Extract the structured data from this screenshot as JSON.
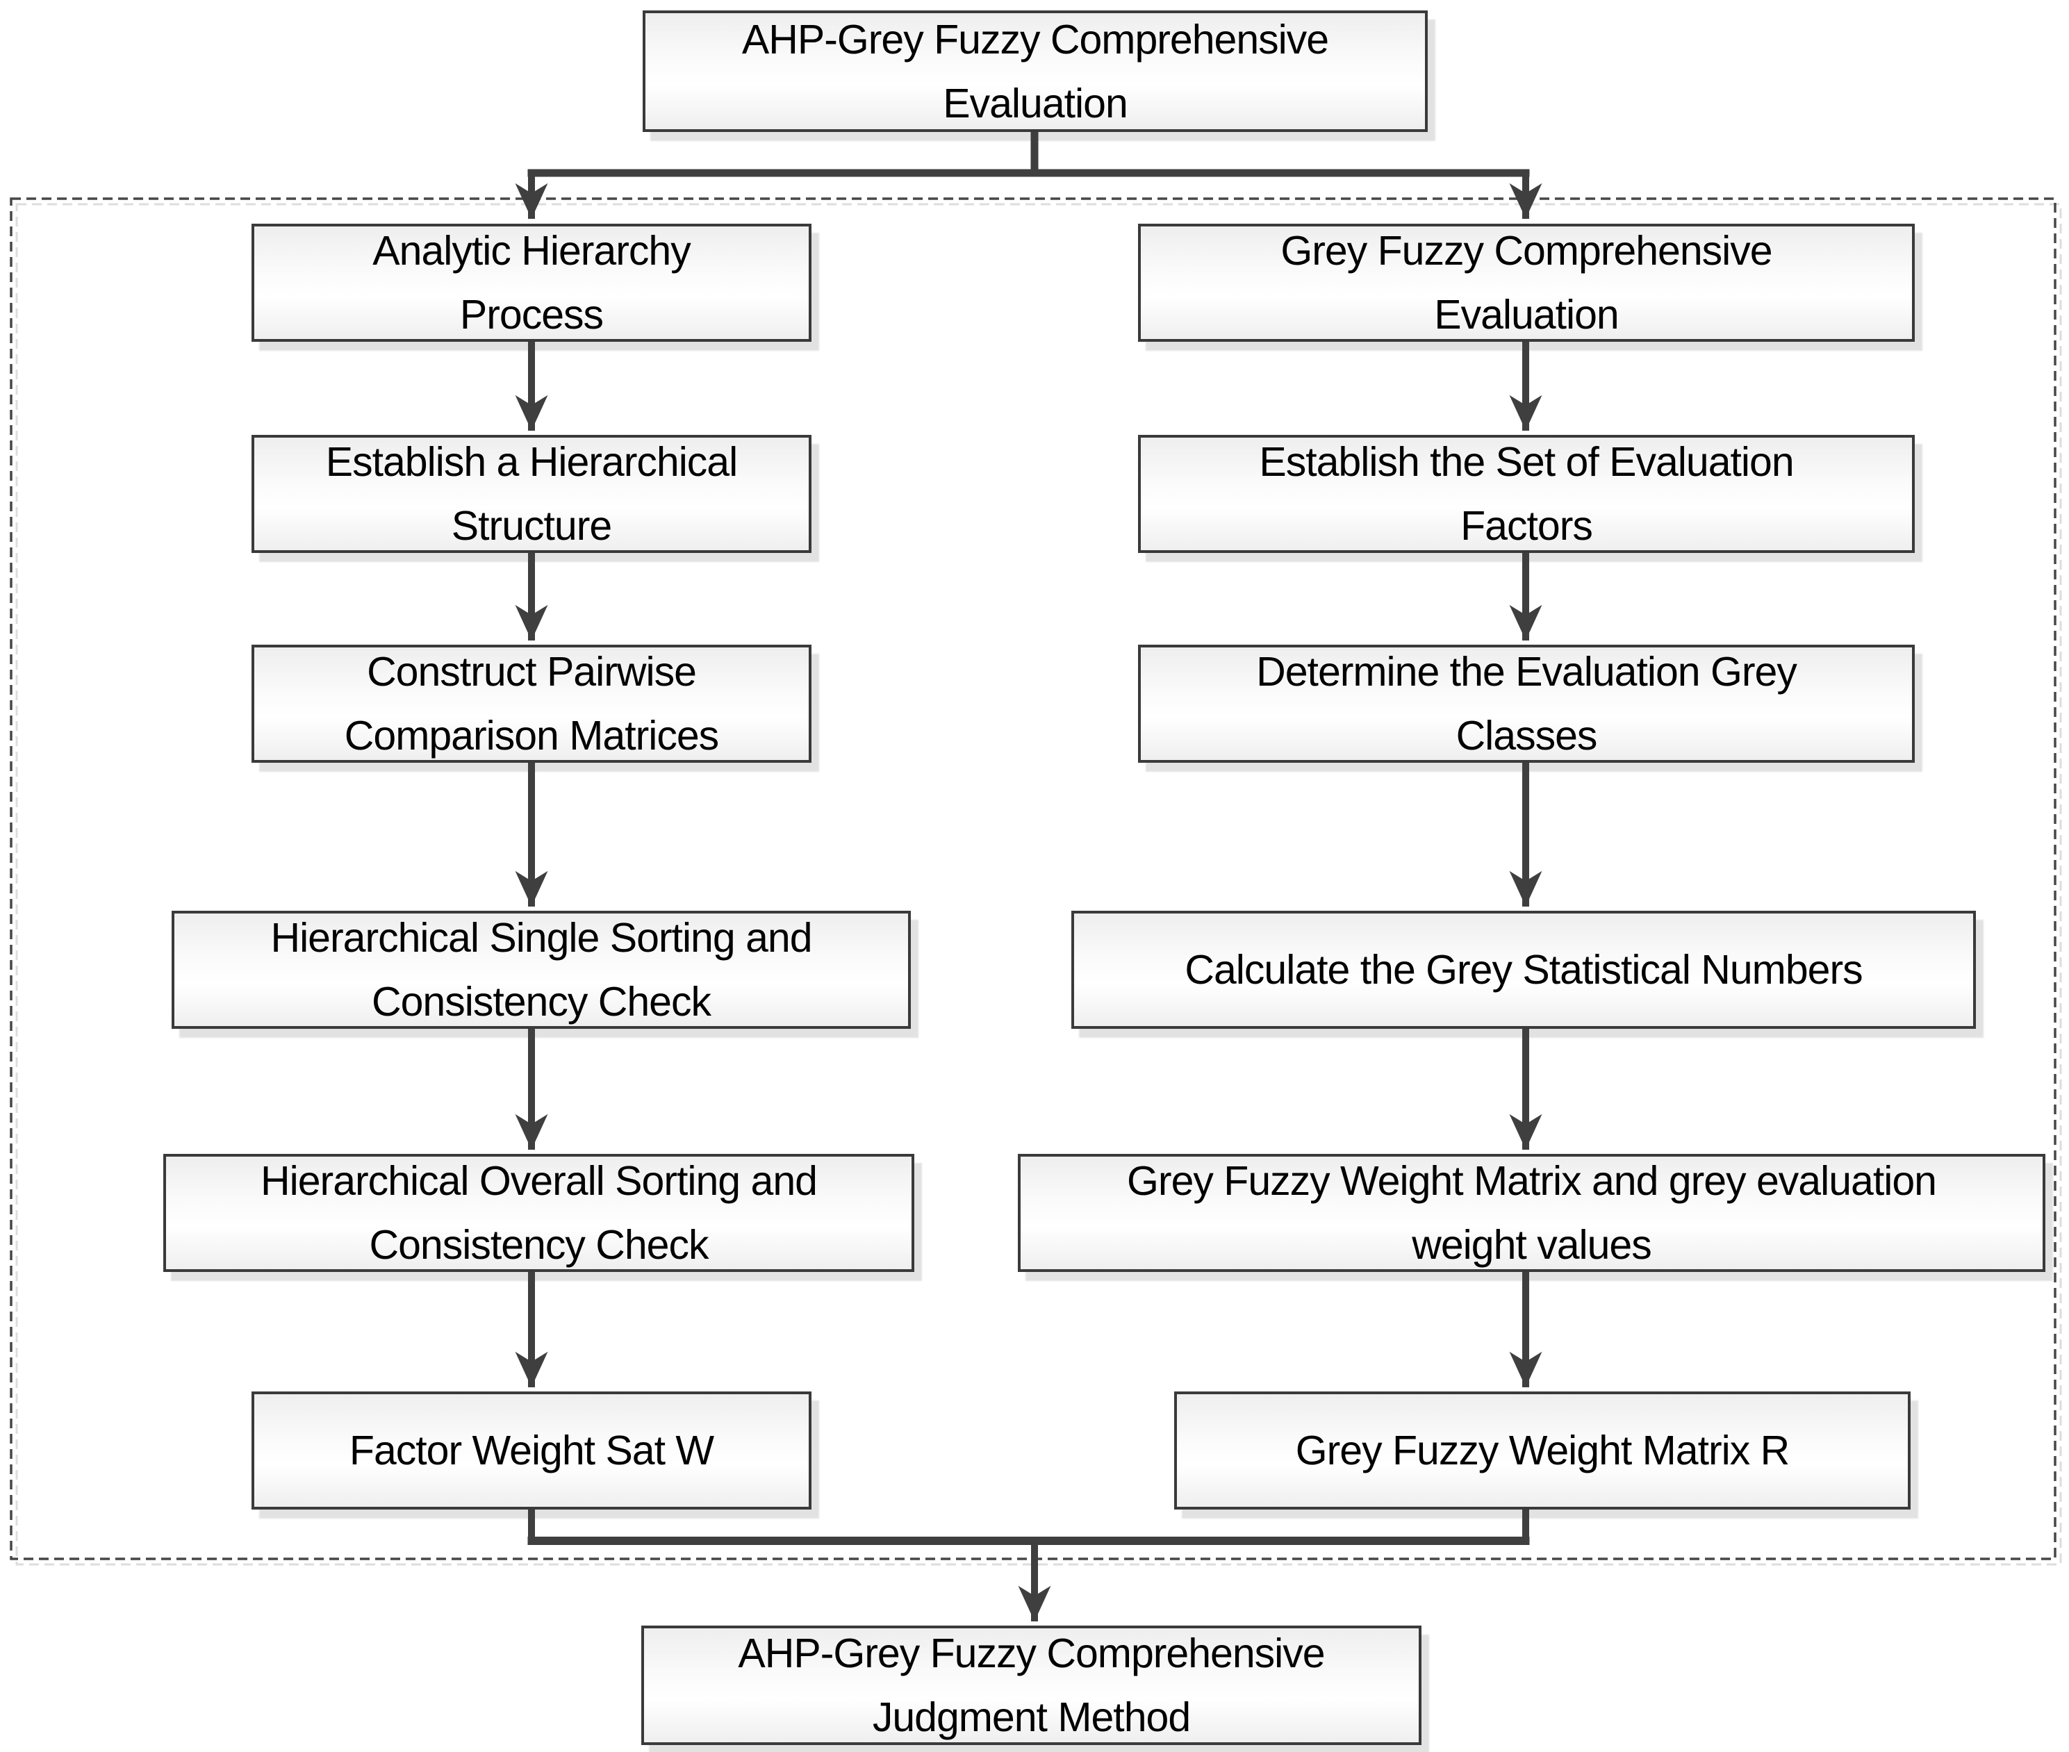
{
  "diagram": {
    "root": "AHP-Grey Fuzzy Comprehensive\nEvaluation",
    "left_column": [
      "Analytic Hierarchy\nProcess",
      "Establish a Hierarchical\nStructure",
      "Construct Pairwise\nComparison Matrices",
      "Hierarchical Single Sorting and\nConsistency Check",
      "Hierarchical Overall Sorting and\nConsistency Check",
      "Factor Weight Sat W"
    ],
    "right_column": [
      "Grey Fuzzy Comprehensive\nEvaluation",
      "Establish the Set of Evaluation\nFactors",
      "Determine the Evaluation Grey\nClasses",
      "Calculate the Grey Statistical Numbers",
      "Grey Fuzzy Weight Matrix and grey evaluation\nweight values",
      "Grey Fuzzy Weight Matrix R"
    ],
    "result": "AHP-Grey Fuzzy Comprehensive\nJudgment Method",
    "colors": {
      "line": "#3f3f3f",
      "box_border": "#3a3a3a",
      "box_fill_top": "#eeeeee",
      "box_fill_bottom": "#efefef",
      "box_shadow": "#e2e2e2",
      "dashed_border": "#474747",
      "dashed_border_shadow": "#dddddd",
      "text": "#000000",
      "background": "#ffffff"
    }
  }
}
